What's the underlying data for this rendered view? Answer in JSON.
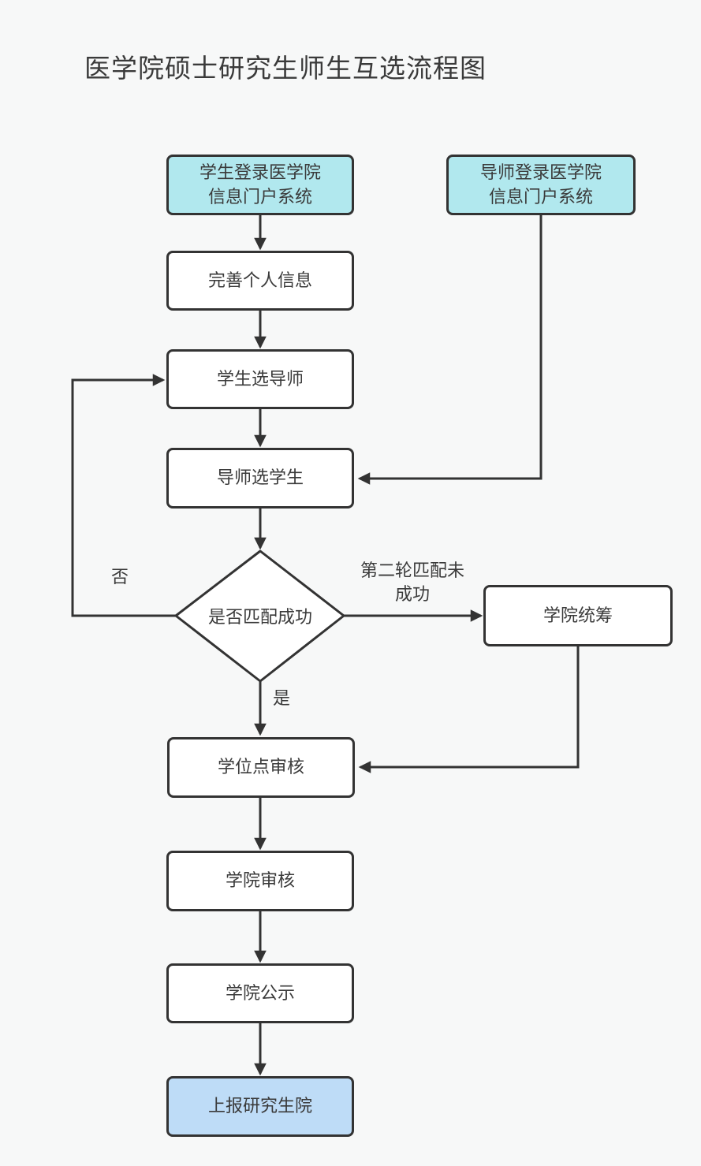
{
  "title": "医学院硕士研究生师生互选流程图",
  "diagram": {
    "type": "flowchart",
    "nodes": {
      "student_login": {
        "label": "学生登录医学院\n信息门户系统",
        "shape": "rounded-rect",
        "fill": "#b1e8ee"
      },
      "supervisor_login": {
        "label": "导师登录医学院\n信息门户系统",
        "shape": "rounded-rect",
        "fill": "#b1e8ee"
      },
      "complete_info": {
        "label": "完善个人信息",
        "shape": "rounded-rect",
        "fill": "#ffffff"
      },
      "student_select": {
        "label": "学生选导师",
        "shape": "rounded-rect",
        "fill": "#ffffff"
      },
      "supervisor_select": {
        "label": "导师选学生",
        "shape": "rounded-rect",
        "fill": "#ffffff"
      },
      "match_decision": {
        "label": "是否匹配成功",
        "shape": "diamond",
        "fill": "#ffffff"
      },
      "college_coordination": {
        "label": "学院统筹",
        "shape": "rounded-rect",
        "fill": "#ffffff"
      },
      "degree_review": {
        "label": "学位点审核",
        "shape": "rounded-rect",
        "fill": "#ffffff"
      },
      "college_review": {
        "label": "学院审核",
        "shape": "rounded-rect",
        "fill": "#ffffff"
      },
      "college_publicity": {
        "label": "学院公示",
        "shape": "rounded-rect",
        "fill": "#ffffff"
      },
      "report_graduate_school": {
        "label": "上报研究生院",
        "shape": "rounded-rect",
        "fill": "#bedcf7"
      }
    },
    "edge_labels": {
      "no": "否",
      "yes": "是",
      "second_round_fail": "第二轮匹配未\n成功"
    },
    "edges": [
      {
        "from": "student_login",
        "to": "complete_info"
      },
      {
        "from": "supervisor_login",
        "to": "supervisor_select"
      },
      {
        "from": "complete_info",
        "to": "student_select"
      },
      {
        "from": "student_select",
        "to": "supervisor_select"
      },
      {
        "from": "supervisor_select",
        "to": "match_decision"
      },
      {
        "from": "match_decision",
        "to": "student_select",
        "label": "否"
      },
      {
        "from": "match_decision",
        "to": "degree_review",
        "label": "是"
      },
      {
        "from": "match_decision",
        "to": "college_coordination",
        "label": "第二轮匹配未成功"
      },
      {
        "from": "college_coordination",
        "to": "degree_review"
      },
      {
        "from": "degree_review",
        "to": "college_review"
      },
      {
        "from": "college_review",
        "to": "college_publicity"
      },
      {
        "from": "college_publicity",
        "to": "report_graduate_school"
      }
    ]
  },
  "colors": {
    "background": "#f7f8f8",
    "stroke": "#333333",
    "text": "#3a3a3a",
    "login_node_fill": "#b1e8ee",
    "final_node_fill": "#bedcf7",
    "default_node_fill": "#ffffff"
  }
}
